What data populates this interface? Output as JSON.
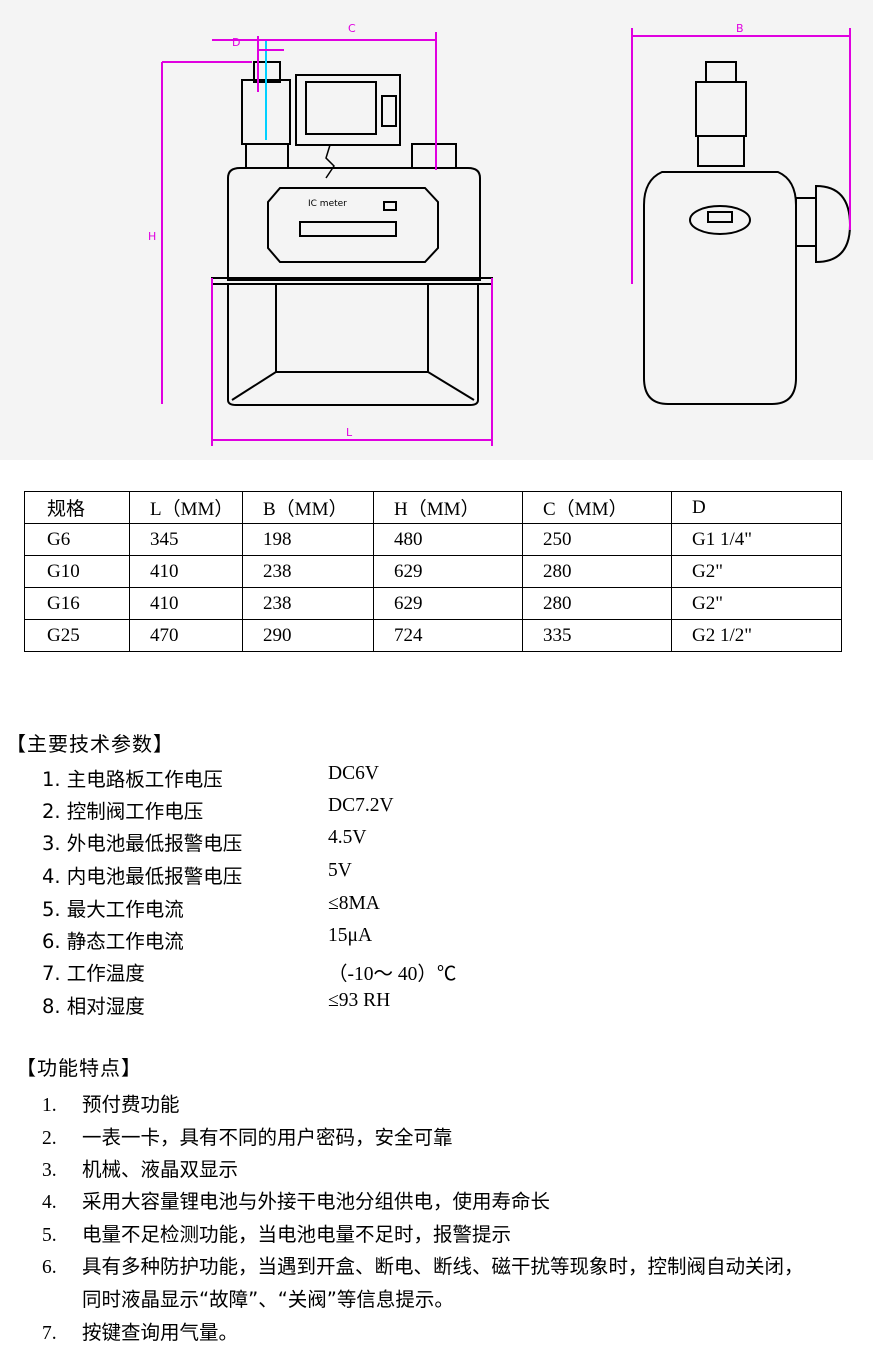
{
  "drawing": {
    "dimension_labels": {
      "top_left": "D",
      "top": "C",
      "height": "H",
      "bottom": "L",
      "side_top": "B"
    },
    "front_display_text": "IC meter",
    "colors": {
      "dimension_line": "#e000e0",
      "outline": "#000000",
      "highlight": "#00d0ff"
    }
  },
  "spec_table": {
    "headers": [
      "规格",
      "L（MM）",
      "B（MM）",
      "H（MM）",
      "C（MM）",
      "D"
    ],
    "rows": [
      [
        "G6",
        "345",
        "198",
        "480",
        "250",
        "G1 1/4\""
      ],
      [
        "G10",
        "410",
        "238",
        "629",
        "280",
        "G2\""
      ],
      [
        "G16",
        "410",
        "238",
        "629",
        "280",
        "G2\""
      ],
      [
        "G25",
        "470",
        "290",
        "724",
        "335",
        "G2 1/2\""
      ]
    ]
  },
  "tech_params": {
    "title": "【主要技术参数】",
    "items": [
      {
        "label": "1. 主电路板工作电压",
        "value": "DC6V"
      },
      {
        "label": "2. 控制阀工作电压",
        "value": "DC7.2V"
      },
      {
        "label": "3. 外电池最低报警电压",
        "value": "4.5V"
      },
      {
        "label": "4. 内电池最低报警电压",
        "value": "5V"
      },
      {
        "label": "5. 最大工作电流",
        "value": "≤8MA"
      },
      {
        "label": "6. 静态工作电流",
        "value": "15μA"
      },
      {
        "label": "7. 工作温度",
        "value": "（-10～ 40）℃"
      },
      {
        "label": "8. 相对湿度",
        "value": "≤93 RH"
      }
    ]
  },
  "features": {
    "title": "【功能特点】",
    "items": [
      {
        "num": "1.",
        "text": "预付费功能"
      },
      {
        "num": "2.",
        "text": "一表一卡，具有不同的用户密码，安全可靠"
      },
      {
        "num": "3.",
        "text": "机械、液晶双显示"
      },
      {
        "num": "4.",
        "text": "采用大容量锂电池与外接干电池分组供电，使用寿命长"
      },
      {
        "num": "5.",
        "text": "电量不足检测功能，当电池电量不足时，报警提示"
      },
      {
        "num": "6.",
        "text": "具有多种防护功能，当遇到开盒、断电、断线、磁干扰等现象时，控制阀自动关闭，",
        "continuation": "同时液晶显示“故障”、“关阀”等信息提示。"
      },
      {
        "num": "7.",
        "text": "按键查询用气量。"
      }
    ]
  }
}
